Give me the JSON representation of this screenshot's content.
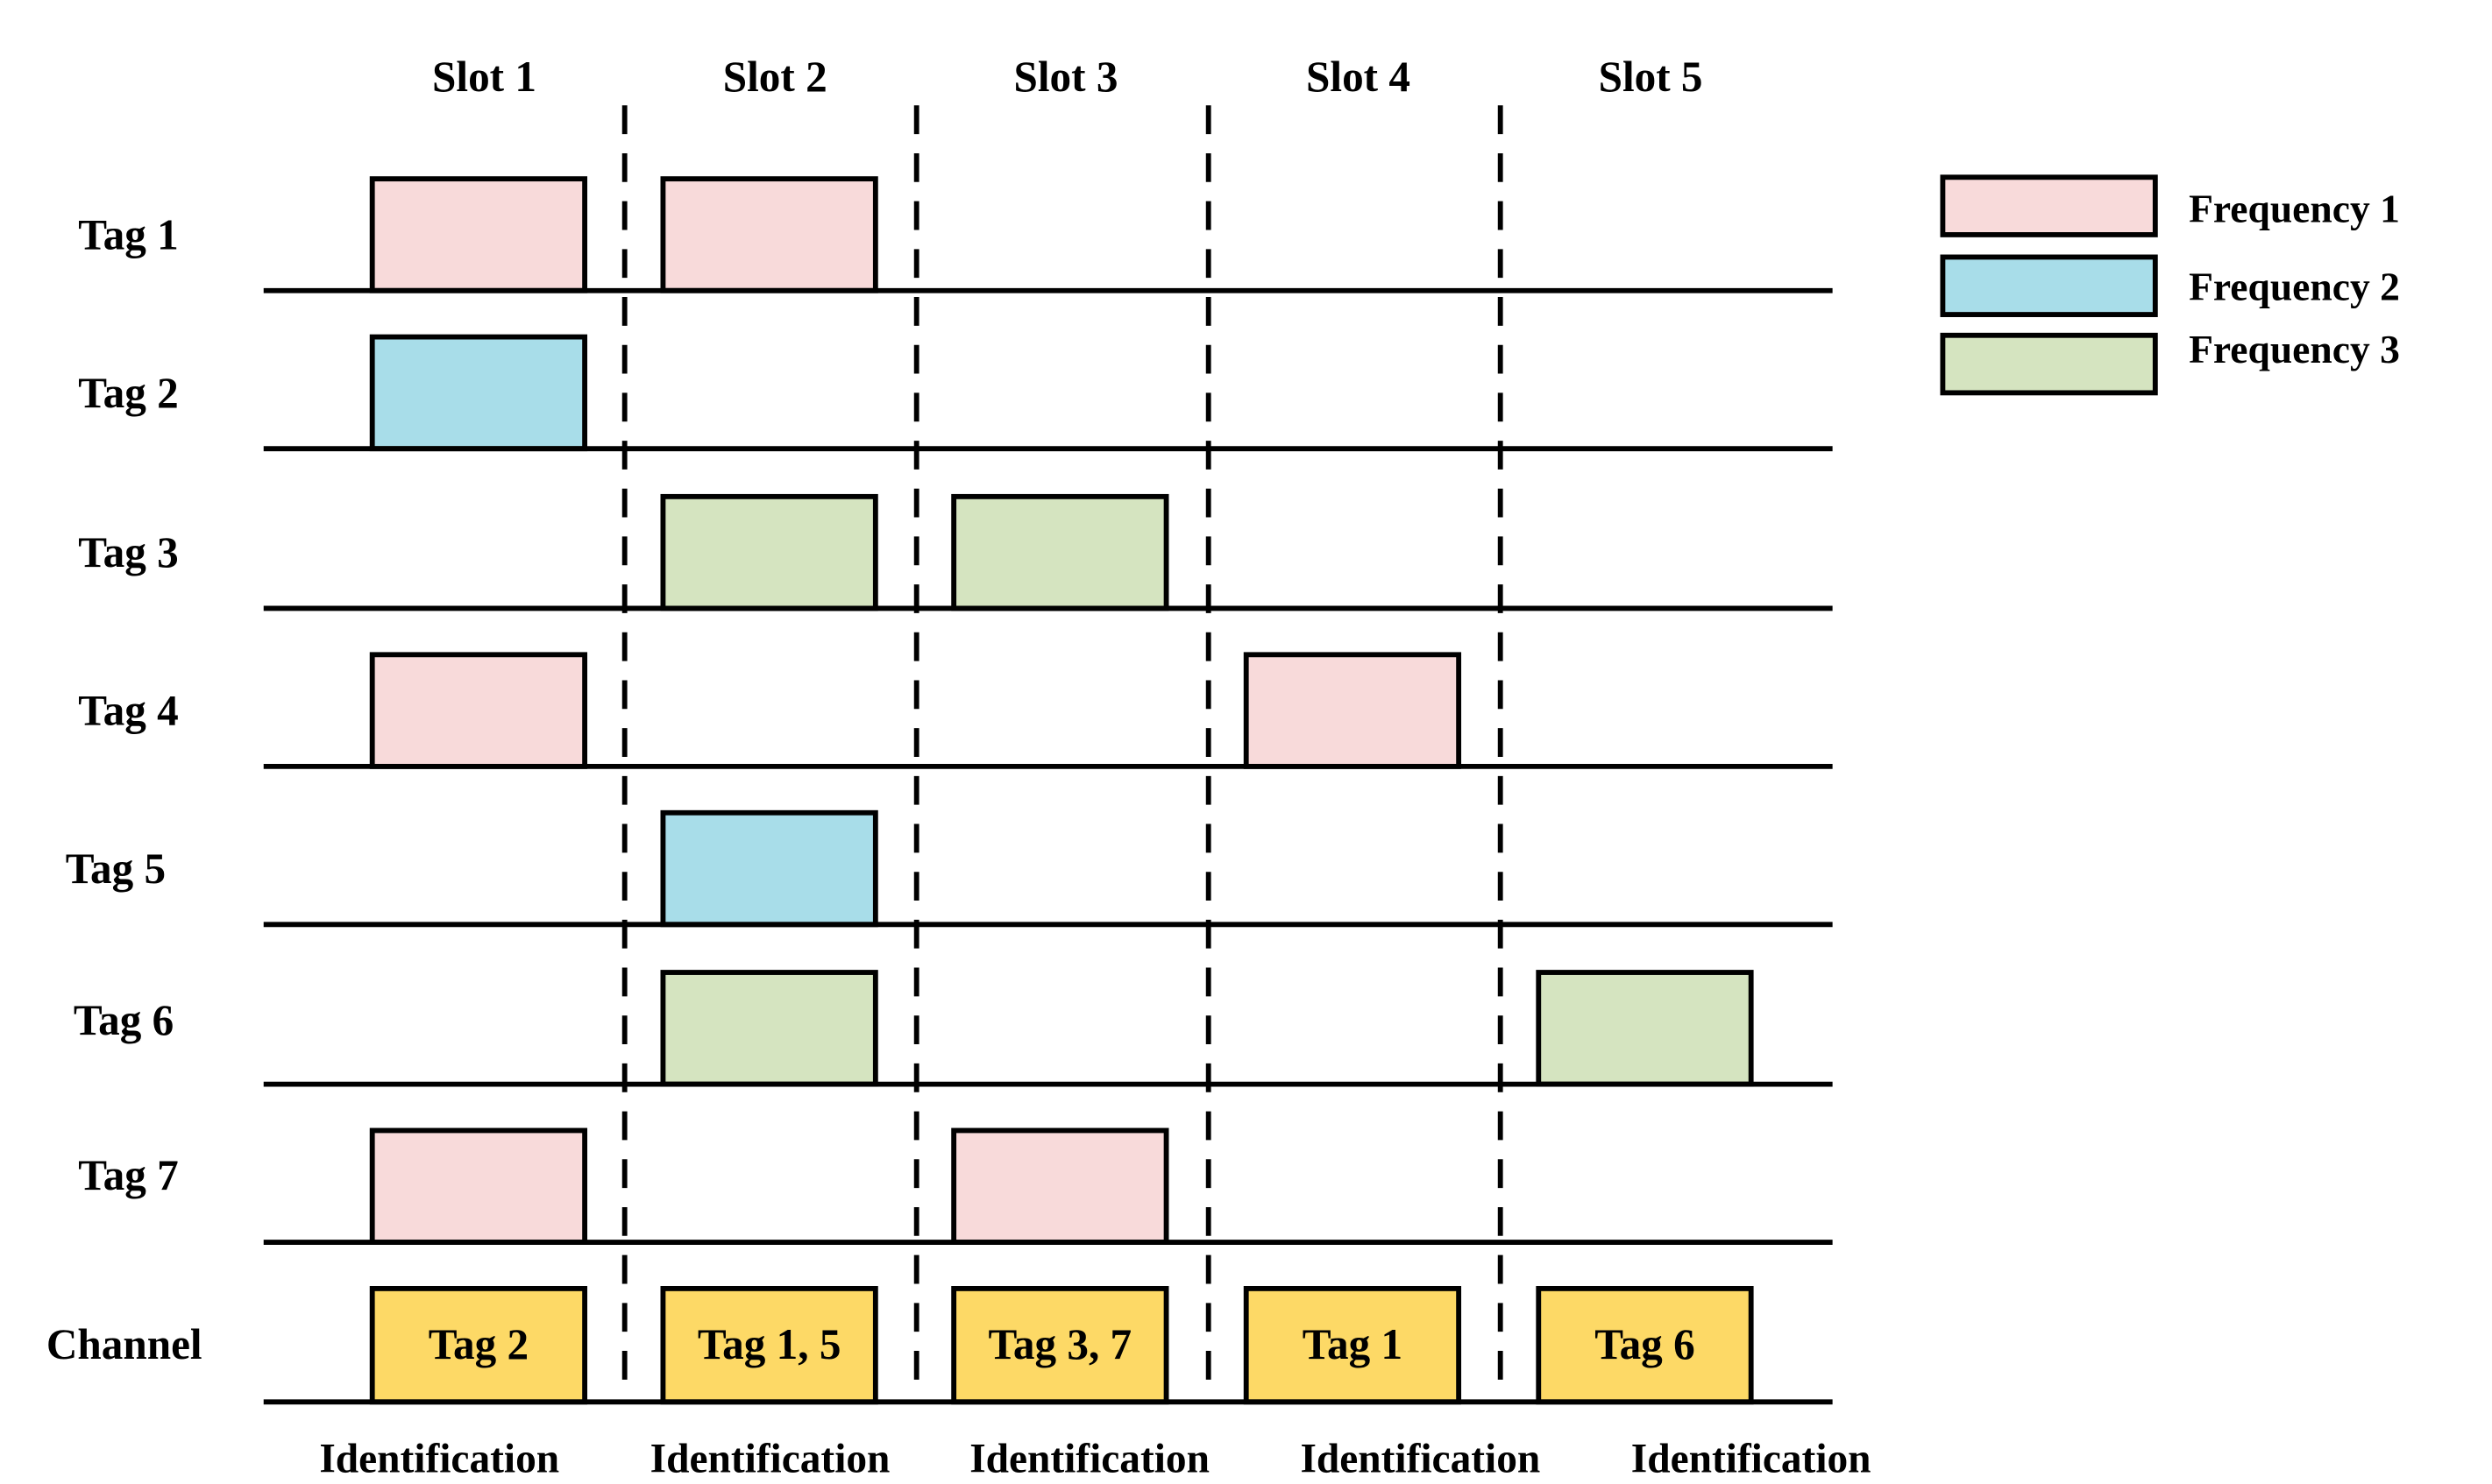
{
  "slots": [
    "Slot 1",
    "Slot 2",
    "Slot 3",
    "Slot 4",
    "Slot 5"
  ],
  "tags": [
    "Tag 1",
    "Tag 2",
    "Tag 3",
    "Tag 4",
    "Tag 5",
    "Tag 6",
    "Tag 7"
  ],
  "channel_label": "Channel",
  "frequencies": [
    {
      "name": "Frequency 1",
      "color": "#f8dada"
    },
    {
      "name": "Frequency 2",
      "color": "#a8dde9"
    },
    {
      "name": "Frequency 3",
      "color": "#d5e4c0"
    }
  ],
  "transmissions": [
    {
      "tag": 0,
      "slot": 0,
      "freq": 0
    },
    {
      "tag": 0,
      "slot": 1,
      "freq": 0
    },
    {
      "tag": 1,
      "slot": 0,
      "freq": 1
    },
    {
      "tag": 2,
      "slot": 1,
      "freq": 2
    },
    {
      "tag": 2,
      "slot": 2,
      "freq": 2
    },
    {
      "tag": 3,
      "slot": 0,
      "freq": 0
    },
    {
      "tag": 3,
      "slot": 3,
      "freq": 0
    },
    {
      "tag": 4,
      "slot": 1,
      "freq": 1
    },
    {
      "tag": 5,
      "slot": 1,
      "freq": 2
    },
    {
      "tag": 5,
      "slot": 4,
      "freq": 2
    },
    {
      "tag": 6,
      "slot": 0,
      "freq": 0
    },
    {
      "tag": 6,
      "slot": 2,
      "freq": 0
    }
  ],
  "channel": {
    "color": "#fdd966",
    "results": [
      "Tag 2",
      "Tag 1, 5",
      "Tag 3, 7",
      "Tag 1",
      "Tag 6"
    ]
  },
  "identification_labels": [
    "Identification",
    "Identification",
    "Identification",
    "Identification",
    "Identification"
  ]
}
